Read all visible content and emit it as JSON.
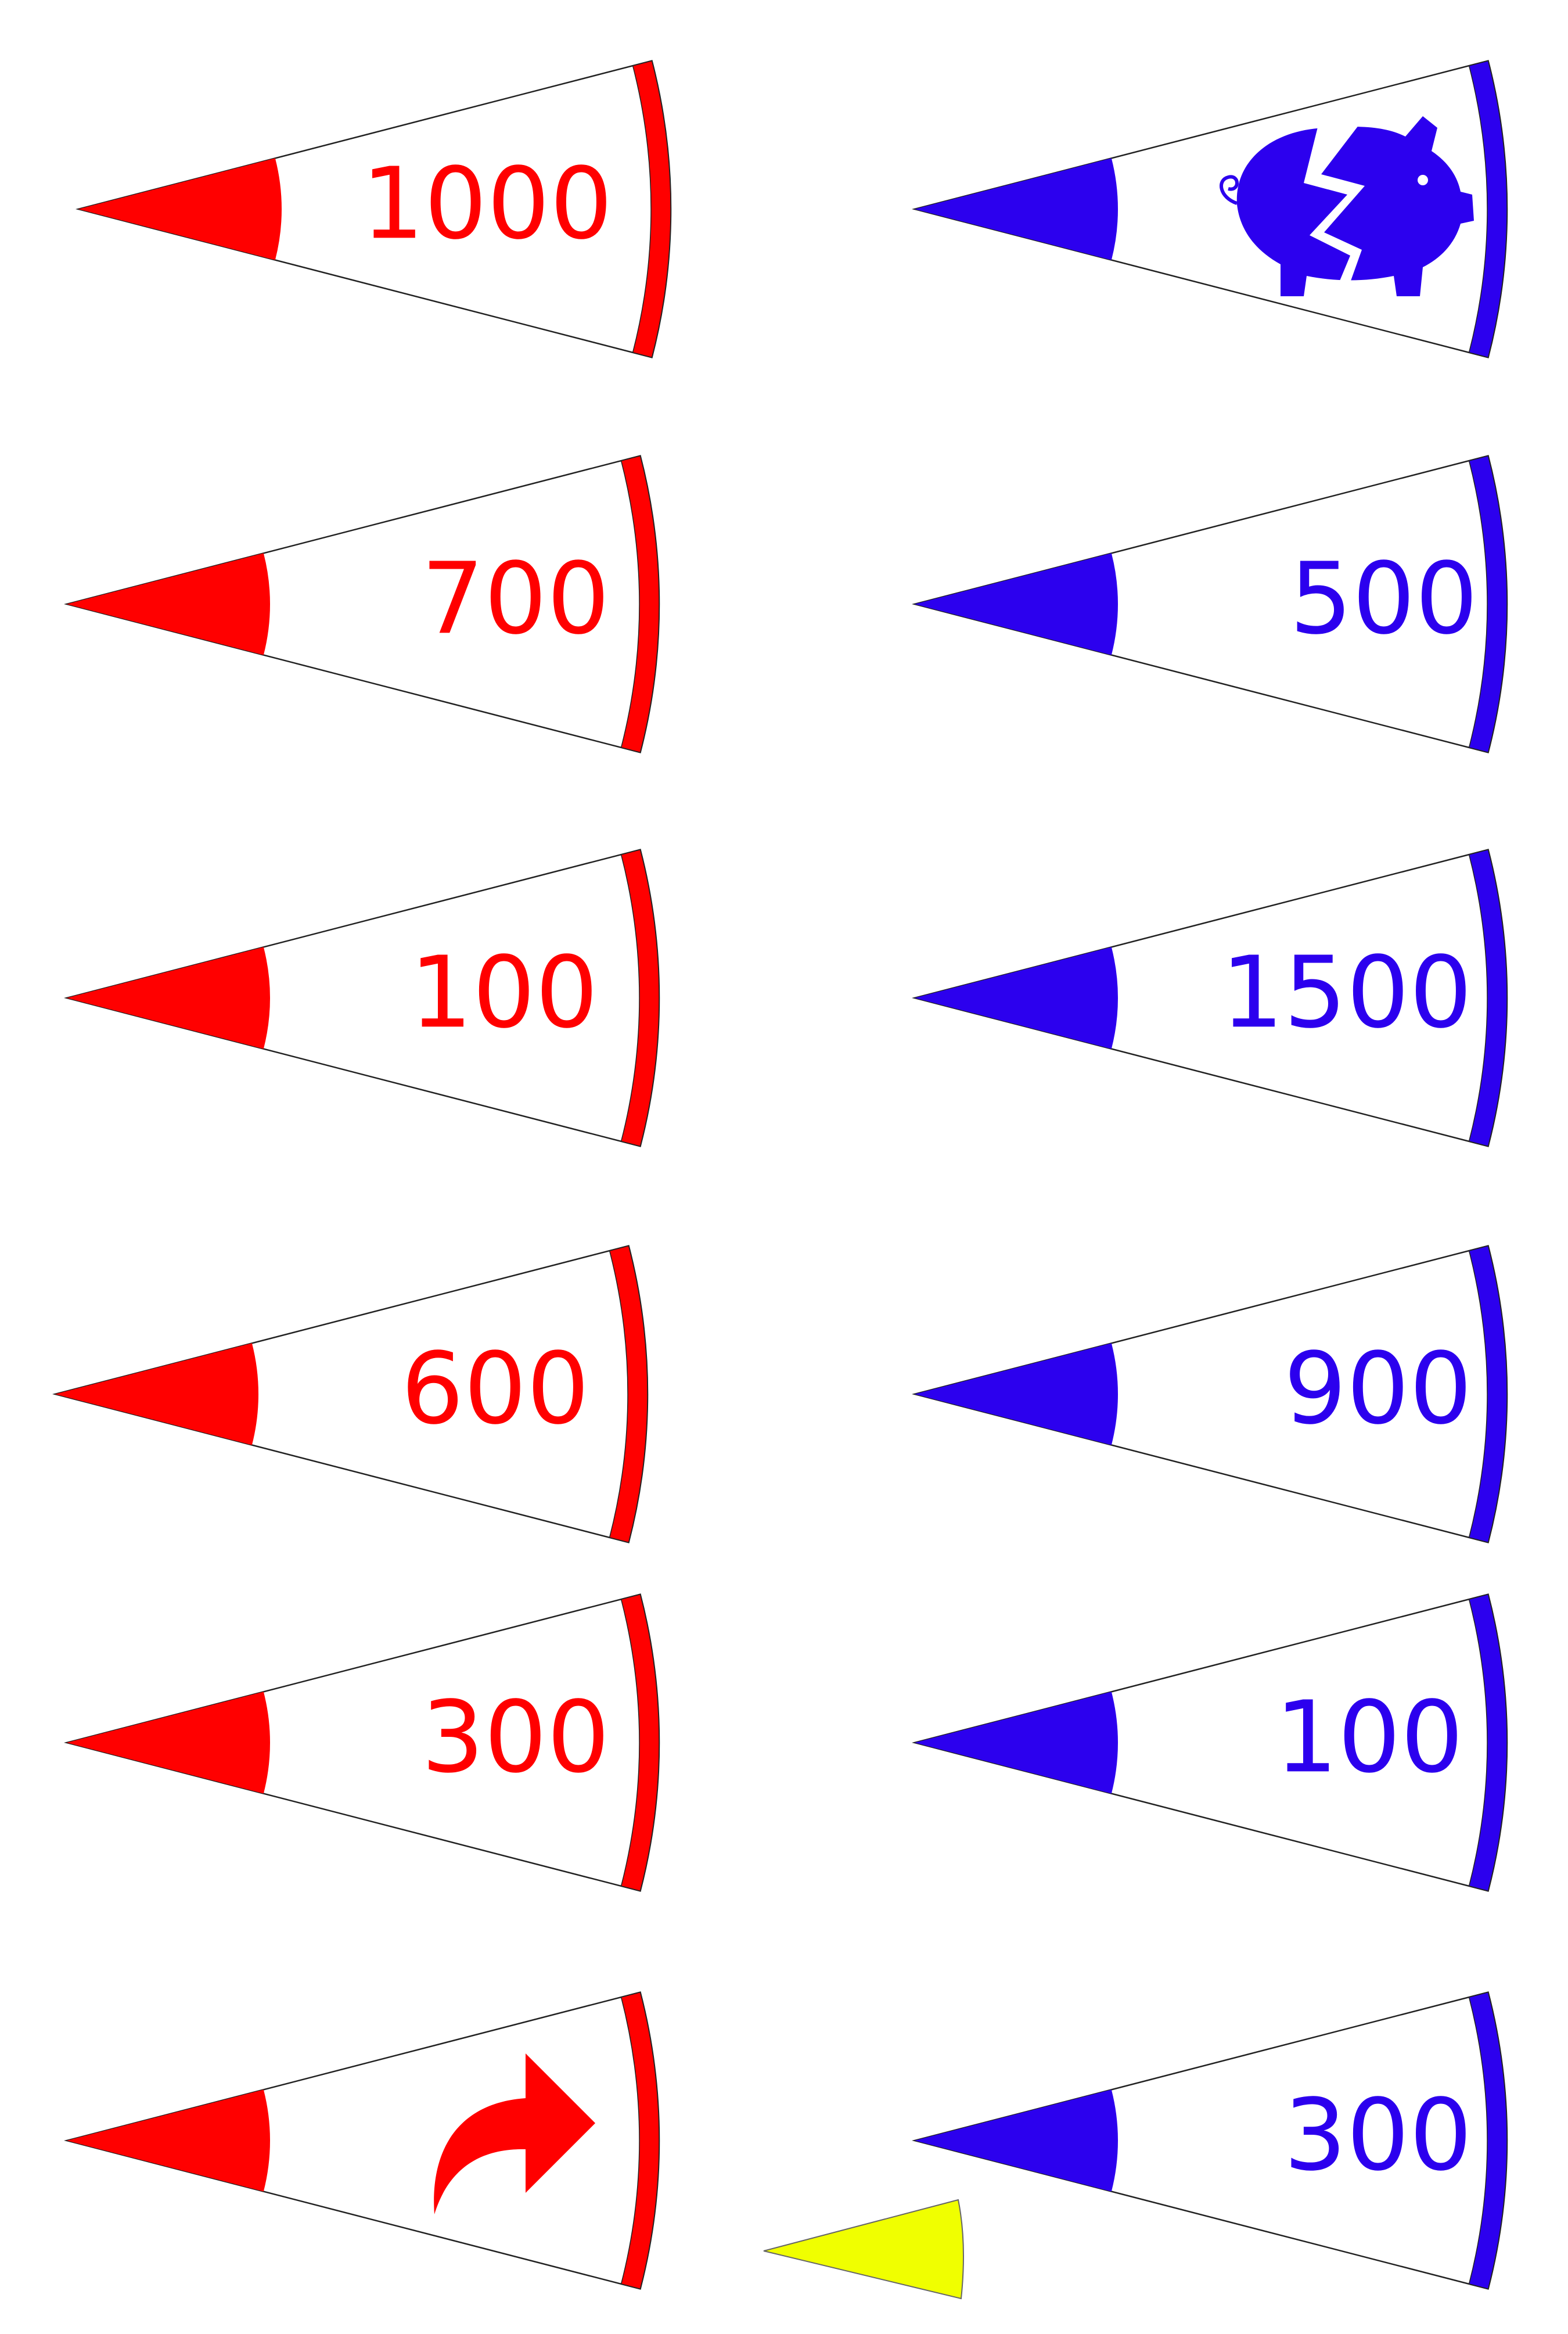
{
  "colors": {
    "red": "#ff0000",
    "blue": "#2c00ee",
    "yellow": "#f0ff00",
    "outline": "#222222"
  },
  "wedges": [
    {
      "team": "red",
      "label": "1000"
    },
    {
      "team": "blue",
      "icon": "broken-piggy-bank-icon"
    },
    {
      "team": "red",
      "label": "700"
    },
    {
      "team": "blue",
      "label": "500"
    },
    {
      "team": "red",
      "label": "100"
    },
    {
      "team": "blue",
      "label": "1500"
    },
    {
      "team": "red",
      "label": "600"
    },
    {
      "team": "blue",
      "label": "900"
    },
    {
      "team": "red",
      "label": "300"
    },
    {
      "team": "blue",
      "label": "100"
    },
    {
      "team": "red",
      "icon": "curved-arrow-icon"
    },
    {
      "team": "blue",
      "label": "300"
    }
  ],
  "extra_piece": {
    "color": "yellow",
    "icon": "pointer-wedge-icon"
  }
}
